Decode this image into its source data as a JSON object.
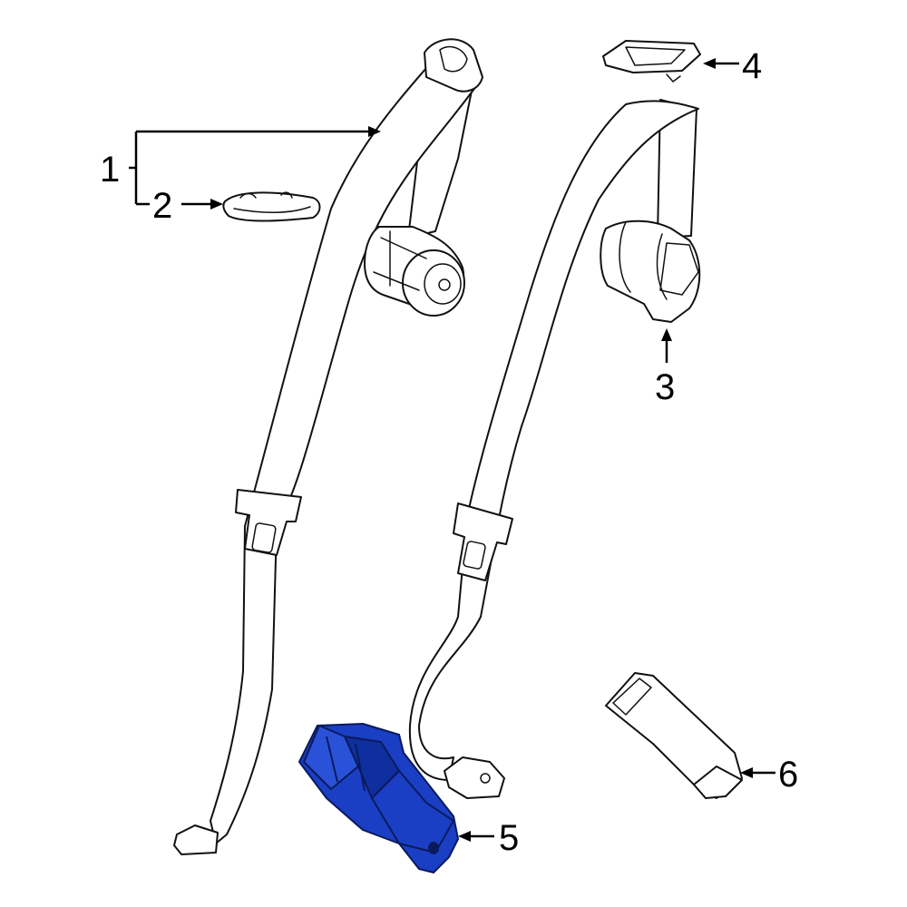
{
  "diagram": {
    "highlight_color": "#1a3fc4",
    "line_color": "#111111",
    "background": "#ffffff"
  },
  "callouts": {
    "c1": "1",
    "c2": "2",
    "c3": "3",
    "c4": "4",
    "c5": "5",
    "c6": "6"
  }
}
